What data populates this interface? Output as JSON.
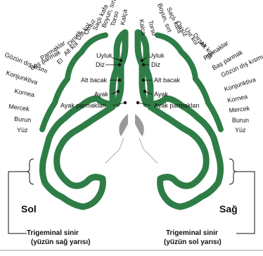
{
  "colors": {
    "cortex": "#2e7d46",
    "ventricle": "#9a9a9a",
    "line": "#111111"
  },
  "left_labels": [
    "Kalça",
    "Torso",
    "Boyun, sırt",
    "Saçlı kafa",
    "Omuz",
    "Üst kol",
    "Dirsek",
    "Alt kol",
    "El",
    "Parmaklar",
    "Baş parmak",
    "Gözün dış kısmı",
    "Konjunktiva",
    "Kornea",
    "Mercek",
    "Burun",
    "Yüz"
  ],
  "right_labels": [
    "Kalça",
    "Torso",
    "Boyun, sırt",
    "Saçlı kafa",
    "Omuz",
    "Üst kol",
    "Dirsek",
    "Alt kol",
    "El",
    "Parmaklar",
    "Baş parmak",
    "Gözün dış kısmı",
    "Konjunktiva",
    "Kornea",
    "Mercek",
    "Burun",
    "Yüz"
  ],
  "medial_labels": {
    "thigh": "Uyluk",
    "knee": "Diz",
    "calf": "Alt bacak",
    "foot": "Ayak",
    "toes": "Ayak parmakları"
  },
  "sides": {
    "left": "Sol",
    "right": "Sağ"
  },
  "nerve_left": {
    "line1": "Trigeminal sinir",
    "line2": "(yüzün sağ yarısı)"
  },
  "nerve_right": {
    "line1": "Trigeminal sinir",
    "line2": "(yüzün sol yarısı)"
  }
}
